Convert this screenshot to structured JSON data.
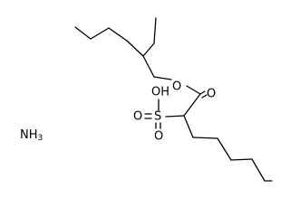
{
  "molecule": {
    "atoms": {
      "ester_oxygen": "O",
      "carbonyl_oxygen": "O",
      "sulfonyl_oxygen_top": "O",
      "sulfonyl_oxygen_left": "O",
      "hydroxyl": "OH",
      "sulfur": "S",
      "ammonia_N": "N",
      "ammonia_H": "H",
      "ammonia_subscript": "3"
    }
  }
}
